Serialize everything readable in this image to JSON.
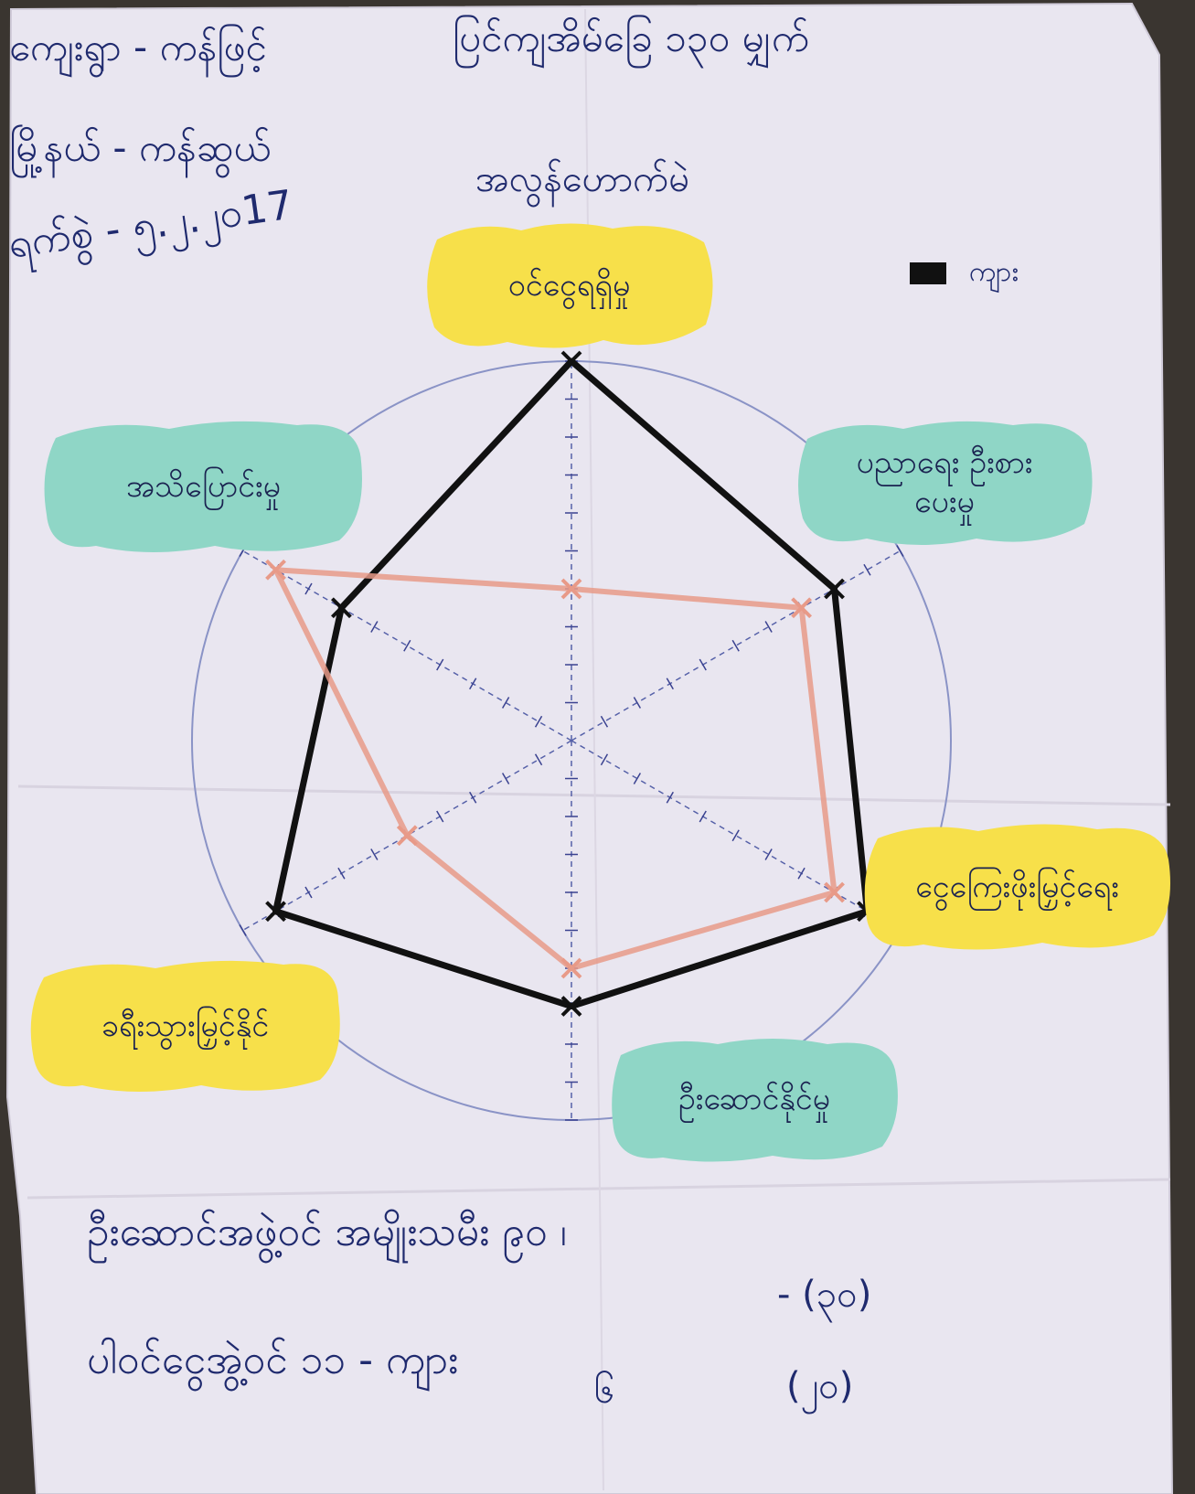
{
  "header": {
    "line1_left": "ကျေးရွာ - ကန်ဖြင့်",
    "line1_right": "ပြင်ကျအိမ်ခြေ ၁၃၀ မျှက်",
    "line2_left": "မြို့နယ် - ကန်ဆွယ်",
    "line2_right": "အလွန်ဟောက်မဲ",
    "date": "ရက်စွဲ - ၅.၂.၂၀17"
  },
  "legend": {
    "swatch_color": "#111111",
    "label": "ကျား"
  },
  "axes": [
    {
      "label": "ဝင်ငွေရရှိမှု",
      "color": "#f7e04a"
    },
    {
      "label": "ပညာရေး ဦးစား ပေးမှု",
      "color": "#8fd6c6"
    },
    {
      "label": "ငွေကြေးဖိုးမြှင့်ရေး",
      "color": "#f7e04a"
    },
    {
      "label": "ဦး‌‌ဆောင်နိုင်မှု",
      "color": "#8fd6c6"
    },
    {
      "label": "ခရီးသွားမြှင့်နိုင်",
      "color": "#f7e04a"
    },
    {
      "label": "အသိပြောင်းမှု",
      "color": "#8fd6c6"
    }
  ],
  "chart_data": {
    "type": "radar",
    "axes": [
      "ဝင်ငွေရရှိမှု",
      "ပညာရေး ဦးစား ပေးမှု",
      "ငွေကြေးဖိုးမြှင့်ရေး",
      "ဦး‌‌ဆောင်နိုင်မှု",
      "ခရီးသွားမြှင့်နိုင်",
      "အသိပြောင်းမှု"
    ],
    "max": 10,
    "series": [
      {
        "name": "ကျား",
        "color": "#111111",
        "values": [
          10,
          8,
          9,
          7,
          9,
          7
        ]
      },
      {
        "color": "#e89a88",
        "values": [
          4,
          7,
          8,
          6,
          5,
          9
        ]
      }
    ]
  },
  "footer": {
    "line1": "ဦးဆောင်အဖွဲ့ဝင် အမျိုးသမီး ၉၀ ၊",
    "line2_tally": "- (၃၀)",
    "line3": "ပါဝင်ငွေအွဲ့ဝင် ၁၁ - ကျား",
    "line3_tally": "(၂၀)",
    "line3_extra": "၆"
  }
}
